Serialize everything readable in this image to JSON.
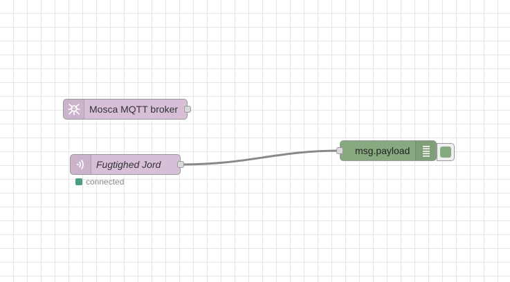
{
  "workspace": {
    "nodes": {
      "broker": {
        "label": "Mosca MQTT broker",
        "icon": "mosca-bug-icon",
        "color": "#d8bfd8"
      },
      "mqtt_in": {
        "label": "Fugtighed Jord",
        "icon": "mqtt-radio-icon",
        "color": "#d8bfd8",
        "status": {
          "text": "connected",
          "color": "#4b9e7e"
        }
      },
      "debug": {
        "label": "msg.payload",
        "icon": "debug-list-icon",
        "color": "#87a980",
        "toggle_color": "#87a980"
      }
    },
    "wire_color": "#888888"
  }
}
